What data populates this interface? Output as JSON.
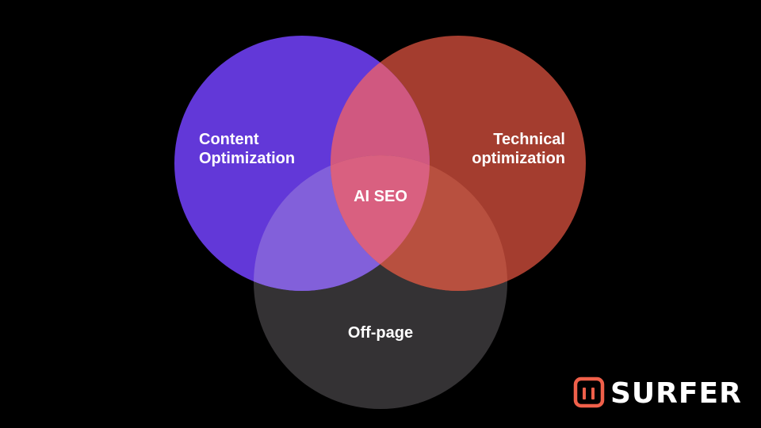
{
  "diagram": {
    "circles": [
      {
        "id": "content",
        "label_lines": [
          "Content",
          "Optimization"
        ],
        "color": "#6238D8"
      },
      {
        "id": "technical",
        "label_lines": [
          "Technical",
          "optimization"
        ],
        "color": "#A43D2F"
      },
      {
        "id": "offpage",
        "label_lines": [
          "Off-page"
        ],
        "color": "#343234"
      }
    ],
    "overlaps": {
      "content_technical": "#D05880",
      "content_offpage": "#8260DA",
      "technical_offpage": "#B8503F",
      "center": "#D96080"
    },
    "center_label": "AI SEO"
  },
  "logo": {
    "text": "SURFER",
    "icon": "surfer-logo-icon",
    "accent_color": "#F0604A"
  }
}
